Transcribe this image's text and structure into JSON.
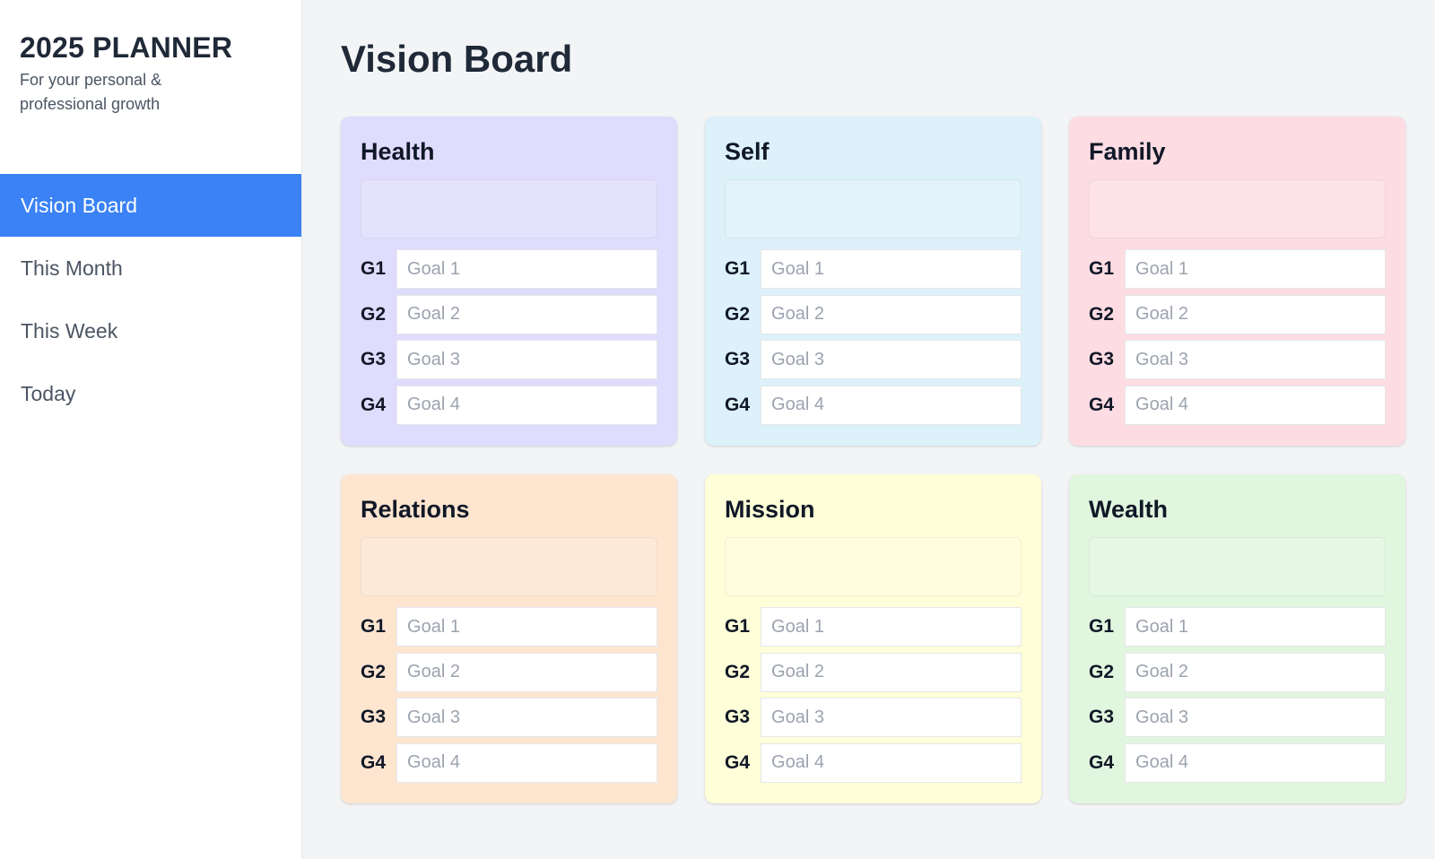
{
  "app": {
    "title": "2025 PLANNER",
    "subtitle": "For your personal & professional growth"
  },
  "nav": [
    {
      "label": "Vision Board",
      "active": true
    },
    {
      "label": "This Month",
      "active": false
    },
    {
      "label": "This Week",
      "active": false
    },
    {
      "label": "Today",
      "active": false
    }
  ],
  "page": {
    "title": "Vision Board"
  },
  "colors": {
    "accent": "#3b82f6",
    "health": "#e0dcfd",
    "self": "#dcf1fa",
    "family": "#fddce3",
    "relations": "#fde5d0",
    "mission": "#fefed8",
    "wealth": "#e1f6de"
  },
  "cards": [
    {
      "key": "health",
      "title": "Health",
      "goals": [
        {
          "label": "G1",
          "value": "",
          "placeholder": "Goal 1"
        },
        {
          "label": "G2",
          "value": "",
          "placeholder": "Goal 2"
        },
        {
          "label": "G3",
          "value": "",
          "placeholder": "Goal 3"
        },
        {
          "label": "G4",
          "value": "",
          "placeholder": "Goal 4"
        }
      ]
    },
    {
      "key": "self",
      "title": "Self",
      "goals": [
        {
          "label": "G1",
          "value": "",
          "placeholder": "Goal 1"
        },
        {
          "label": "G2",
          "value": "",
          "placeholder": "Goal 2"
        },
        {
          "label": "G3",
          "value": "",
          "placeholder": "Goal 3"
        },
        {
          "label": "G4",
          "value": "",
          "placeholder": "Goal 4"
        }
      ]
    },
    {
      "key": "family",
      "title": "Family",
      "goals": [
        {
          "label": "G1",
          "value": "",
          "placeholder": "Goal 1"
        },
        {
          "label": "G2",
          "value": "",
          "placeholder": "Goal 2"
        },
        {
          "label": "G3",
          "value": "",
          "placeholder": "Goal 3"
        },
        {
          "label": "G4",
          "value": "",
          "placeholder": "Goal 4"
        }
      ]
    },
    {
      "key": "relations",
      "title": "Relations",
      "goals": [
        {
          "label": "G1",
          "value": "",
          "placeholder": "Goal 1"
        },
        {
          "label": "G2",
          "value": "",
          "placeholder": "Goal 2"
        },
        {
          "label": "G3",
          "value": "",
          "placeholder": "Goal 3"
        },
        {
          "label": "G4",
          "value": "",
          "placeholder": "Goal 4"
        }
      ]
    },
    {
      "key": "mission",
      "title": "Mission",
      "goals": [
        {
          "label": "G1",
          "value": "",
          "placeholder": "Goal 1"
        },
        {
          "label": "G2",
          "value": "",
          "placeholder": "Goal 2"
        },
        {
          "label": "G3",
          "value": "",
          "placeholder": "Goal 3"
        },
        {
          "label": "G4",
          "value": "",
          "placeholder": "Goal 4"
        }
      ]
    },
    {
      "key": "wealth",
      "title": "Wealth",
      "goals": [
        {
          "label": "G1",
          "value": "",
          "placeholder": "Goal 1"
        },
        {
          "label": "G2",
          "value": "",
          "placeholder": "Goal 2"
        },
        {
          "label": "G3",
          "value": "",
          "placeholder": "Goal 3"
        },
        {
          "label": "G4",
          "value": "",
          "placeholder": "Goal 4"
        }
      ]
    }
  ]
}
